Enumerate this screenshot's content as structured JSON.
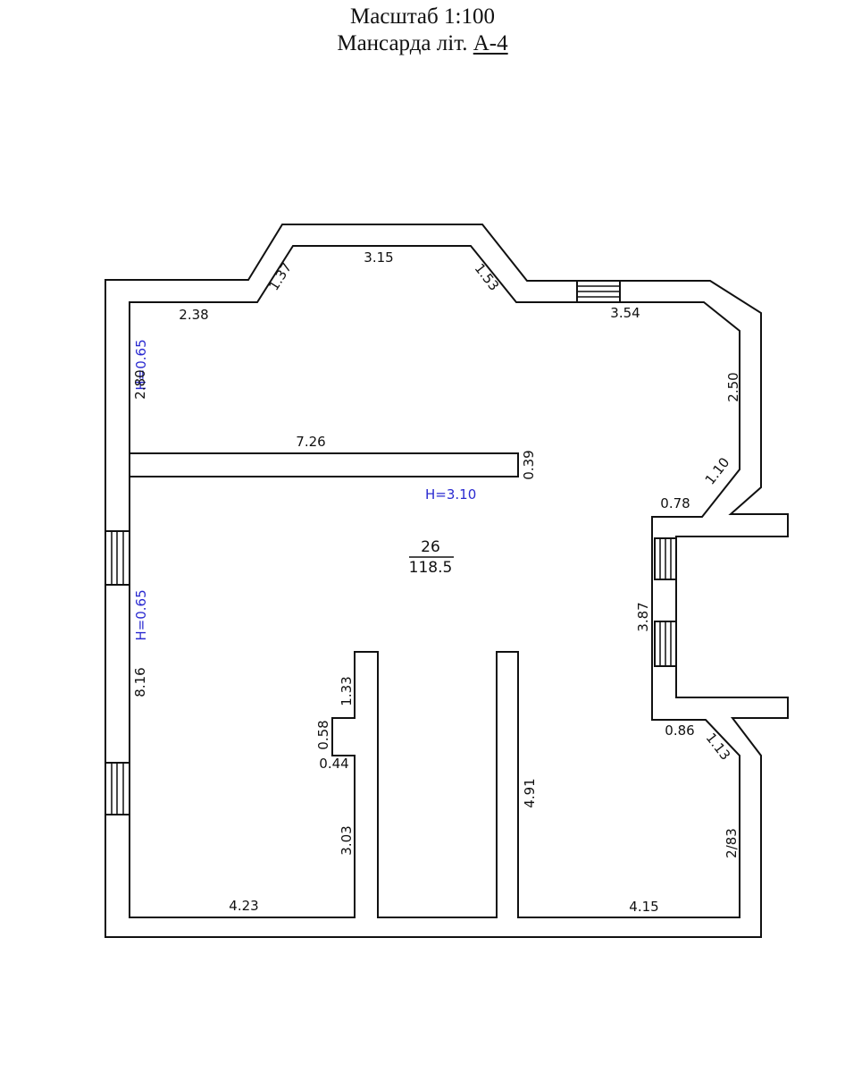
{
  "header": {
    "scale": "Масштаб 1:100",
    "floor_prefix": "Мансарда літ.",
    "floor_code": "А-4"
  },
  "room": {
    "number": "26",
    "area": "118.5",
    "height": "Н=3.10"
  },
  "window_heights": {
    "upper_left": "Н=0.65",
    "lower_left": "Н=0.65"
  },
  "dimensions": {
    "top_left": "2.38",
    "diag_left": "1.37",
    "top_center": "3.15",
    "diag_right": "1.53",
    "top_right": "3.54",
    "right_upper": "2.50",
    "right_diag_upper": "1.10",
    "bay_top": "0.78",
    "bay_depth": "3.87",
    "bay_bottom": "0.86",
    "right_diag_lower": "1.13",
    "right_lower": "2/83",
    "left_upper": "2.80",
    "left_lower": "8.16",
    "partition_length": "7.26",
    "partition_width": "0.39",
    "bottom_left": "4.23",
    "bottom_right": "4.15",
    "pillar_upper": "1.33",
    "notch_height": "0.58",
    "notch_depth": "0.44",
    "pillar_lower": "3.03",
    "right_pillar": "4.91"
  }
}
